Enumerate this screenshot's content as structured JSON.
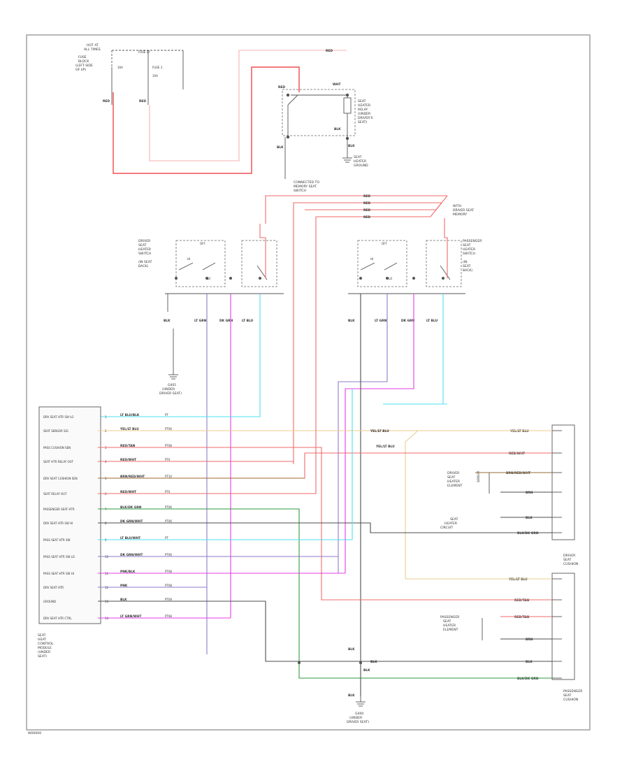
{
  "diagram": {
    "figure_code": "W00000",
    "colors": {
      "red": "#f26a6a",
      "pink": "#ff9a9a",
      "light_red": "#f7b2b2",
      "orange_yel": "#f2c98a",
      "brown": "#9b6a35",
      "dark": "#4d4d4d",
      "gray": "#8c8c8c",
      "green": "#2e9a3e",
      "magenta": "#e43de4",
      "cyan": "#4de0f0",
      "violet": "#8f7ac8",
      "tan": "#e8cf90"
    },
    "fuse_block": {
      "lines": [
        "HOT AT",
        "ALL TIMES",
        "FUSE",
        "BLOCK",
        "(LEFT SIDE",
        "OF I/P)"
      ],
      "fuse_labels": [
        "FUSE 17",
        "30A",
        "FUSE 3",
        "10A"
      ],
      "wire_codes": [
        "RED",
        "RED"
      ]
    },
    "relay": {
      "lines": [
        "SEAT",
        "HEATER",
        "RELAY",
        "(UNDER",
        "DRIVER'S",
        "SEAT)"
      ],
      "wire_codes": [
        "RED",
        "RED",
        "WHT",
        "BLK",
        "BLK"
      ],
      "ground_lines": [
        "SEAT",
        "HEATER",
        "GROUND"
      ]
    },
    "note": [
      "CONNECTED TO",
      "MEMORY SEAT",
      "SWITCH"
    ],
    "cond_note": [
      "WITH",
      "DRIVER SEAT",
      "MEMORY"
    ],
    "trunk_codes": [
      "RED",
      "RED",
      "RED",
      "RED"
    ],
    "driver_switch": {
      "lines": [
        "DRIVER",
        "SEAT",
        "HEATER",
        "SWITCH",
        "(IN SEAT",
        "BACK)"
      ],
      "positions": [
        "HI",
        "OFF",
        "LO"
      ],
      "wire_codes": [
        "BLK",
        "LT GRN",
        "DK GRN",
        "LT BLU"
      ]
    },
    "pass_switch": {
      "lines": [
        "PASSENGER",
        "SEAT",
        "HEATER",
        "SWITCH",
        "(IN",
        "SEAT",
        "BACK)"
      ],
      "positions": [
        "HI",
        "OFF",
        "LO"
      ],
      "wire_codes": [
        "BLK",
        "LT GRN",
        "DK GRN",
        "LT BLU"
      ]
    },
    "ground_driver_switch": [
      "G401",
      "(UNDER",
      "DRIVER SEAT)"
    ],
    "ground_bottom": [
      "G400",
      "(UNDER",
      "DRIVER SEAT)"
    ],
    "control_module": {
      "pins": [
        "DRV SEAT HTR SW LO",
        "SEAT SENSOR SIG",
        "PASS CUSHION SEN",
        "SEAT HTR RELAY OUT",
        "DRV SEAT CUSHION SEN",
        "SEAT RELAY OUT",
        "PASSENGER SEAT HTR",
        "DRV SEAT HTR SW HI",
        "PASS SEAT HTR SW",
        "PASS SEAT HTR SW LO",
        "PASS SEAT HTR SW HI",
        "DRV SEAT HTR",
        "GROUND",
        "DRV SEAT HTR CTRL"
      ],
      "pin_numbers": [
        "1",
        "2",
        "3",
        "4",
        "5",
        "6",
        "7",
        "8",
        "9",
        "10",
        "11",
        "12",
        "13",
        "14"
      ],
      "wire_codes": [
        "LT BLU/BLK",
        "YEL/LT BLU",
        "RED/TAN",
        "RED/WHT",
        "BRN/RED/WHT",
        "RED/WHT",
        "BLK/DK GRN",
        "DK GRN/WHT",
        "LT BLU/WHT",
        "DK GRN/WHT",
        "PNK/BLK",
        "PNK",
        "BLK",
        "LT GRN/WHT"
      ],
      "pin_right_codes": [
        "PT",
        "PT06",
        "PT08",
        "PT0",
        "PT10",
        "PT0",
        "PT06",
        "PT06",
        "PT",
        "PT06",
        "PT08",
        "PT08",
        "PT09",
        "PT08"
      ],
      "lines": [
        "SEAT",
        "HEAT",
        "CONTROL",
        "MODULE",
        "(UNDER",
        "SEAT)"
      ]
    },
    "driver_seat_heater": {
      "lines": [
        "DRIVER",
        "SEAT",
        "HEATER",
        "ELEMENT"
      ],
      "sensor": "SENSOR",
      "wire_codes": [
        "YEL/LT BLU",
        "RED/WHT",
        "BRN/RED/WHT",
        "BRN",
        "BLK",
        "BLK/DK GRN"
      ],
      "bottom_lines": [
        "DRIVER",
        "SEAT",
        "CUSHION"
      ],
      "left_note": [
        "SEAT",
        "HEATER",
        "CIRCUIT"
      ]
    },
    "pass_seat_heater": {
      "lines": [
        "PASSENGER",
        "SEAT",
        "HEATER",
        "ELEMENT"
      ],
      "wire_codes": [
        "YEL/LT BLU",
        "RED/TAN",
        "RED/TAN",
        "BRN",
        "BLK",
        "BLK/DK GRN"
      ],
      "bottom_lines": [
        "PASSENGER",
        "SEAT",
        "CUSHION"
      ]
    },
    "misc_codes": [
      "YEL/LT BLU",
      "YEL/LT BLU",
      "BLK",
      "BLK",
      "BLK",
      "BLK"
    ]
  }
}
